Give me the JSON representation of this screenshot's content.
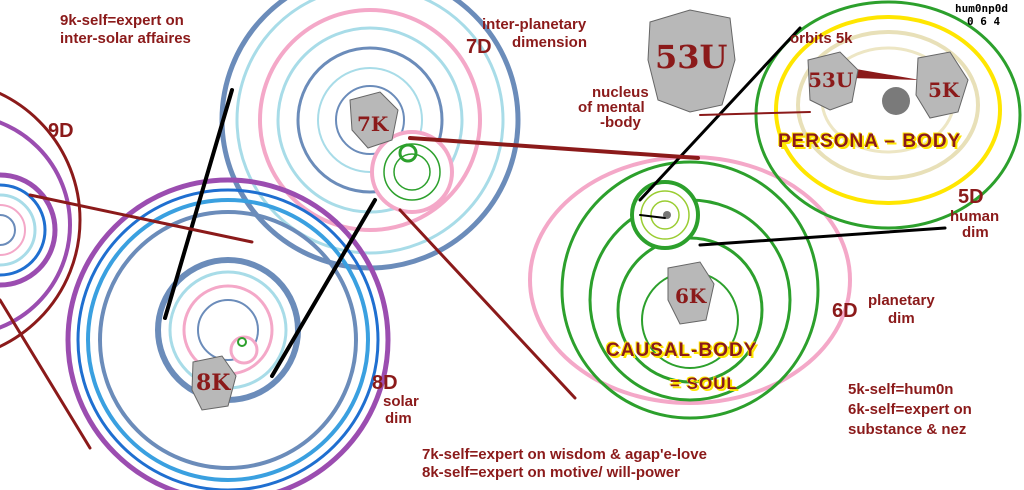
{
  "corner_code": {
    "line1": "hum0np0d",
    "line2": "0 6 4"
  },
  "notes": {
    "self9": {
      "line1": "9k-self=expert on",
      "line2": "inter-solar affaires"
    },
    "interplanetary": {
      "line1": "inter-planetary",
      "line2": "dimension"
    },
    "orbits": "orbits 5k",
    "nucleus": {
      "line1": "nucleus",
      "line2": "of mental",
      "line3": "-body"
    },
    "human_dim": {
      "line1": "human",
      "line2": "dim"
    },
    "planetary_dim": {
      "line1": "planetary",
      "line2": "dim"
    },
    "solar_dim": {
      "line1": "solar",
      "line2": "dim"
    },
    "self5": "5k-self=hum0n",
    "self6": {
      "line1": "6k-self=expert on",
      "line2": "substance & nez"
    },
    "self7": "7k-self=expert on wisdom & agap'e-love",
    "self8": "8k-self=expert on motive/ will-power"
  },
  "dimensions": {
    "d9": "9D",
    "d7": "7D",
    "d5": "5D",
    "d6": "6D",
    "d8": "8D"
  },
  "nodes": {
    "n53u_big": "53U",
    "n53u_small": "53U",
    "n5k": "5K",
    "n7k": "7K",
    "n6k": "6K",
    "n8k": "8K"
  },
  "bodies": {
    "persona": "PERSONA – BODY",
    "causal": "CAUSAL-BODY",
    "soul": "= SOUL"
  },
  "colors": {
    "dark_red": "#8b1a1a",
    "green": "#2ca02c",
    "yellow": "#ffe600",
    "pink": "#f4a8c8",
    "purple": "#9b4db0",
    "steel_blue": "#6b8cba",
    "light_blue": "#a8dce8",
    "blue": "#1f6fd0"
  }
}
